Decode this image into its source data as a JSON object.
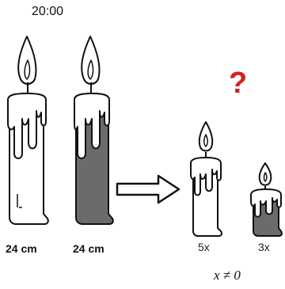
{
  "time_label": "20:00",
  "question_mark": "?",
  "candles": [
    {
      "label": "24 cm",
      "fill": "white"
    },
    {
      "label": "24 cm",
      "fill": "gray"
    },
    {
      "label": "5x",
      "fill": "white"
    },
    {
      "label": "3x",
      "fill": "gray"
    }
  ],
  "condition": "x ≠ 0",
  "colors": {
    "question": "#d62020",
    "gray_candle": "#6b6b6b",
    "outline": "#111111"
  }
}
